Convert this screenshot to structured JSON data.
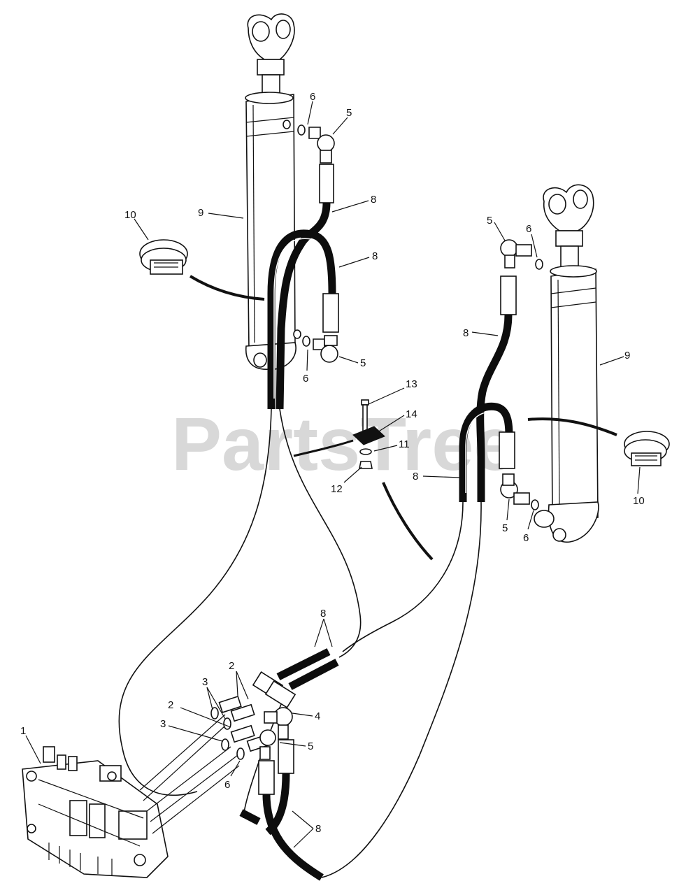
{
  "watermark": "PartsTree",
  "callouts": {
    "c1": "1",
    "c2a": "2",
    "c2b": "2",
    "c3a": "3",
    "c3b": "3",
    "c4": "4",
    "c5a": "5",
    "c5b": "5",
    "c5c": "5",
    "c5d": "5",
    "c5e": "5",
    "c6a": "6",
    "c6b": "6",
    "c6c": "6",
    "c6d": "6",
    "c6e": "6",
    "c8a": "8",
    "c8b": "8",
    "c8c": "8",
    "c8d": "8",
    "c8e": "8",
    "c8f": "8",
    "c9a": "9",
    "c9b": "9",
    "c10a": "10",
    "c10b": "10",
    "c11": "11",
    "c12": "12",
    "c13": "13",
    "c14": "14"
  }
}
